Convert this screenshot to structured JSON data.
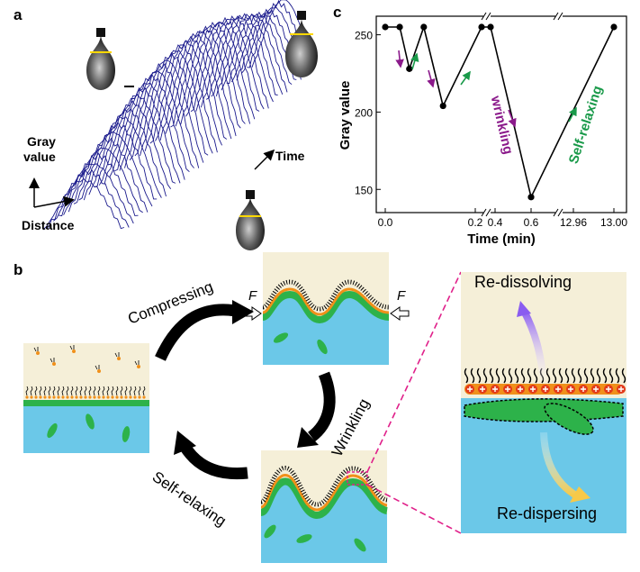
{
  "panels": {
    "a": {
      "letter": "a",
      "y_axis_label_1": "Gray",
      "y_axis_label_2": "value",
      "x_axis_label": "Distance",
      "time_label": "Time"
    },
    "b": {
      "letter": "b",
      "step_compress": "Compressing",
      "step_wrinkle": "Wrinkling",
      "step_relax": "Self-relaxing",
      "force_left": "F",
      "force_right": "F",
      "zoom_top": "Re-dissolving",
      "zoom_bottom": "Re-dispersing"
    },
    "c": {
      "letter": "c",
      "annot_wrinkling": "wrinkling",
      "annot_relaxing": "Self-relaxing"
    }
  },
  "chart_data": {
    "type": "line",
    "title": "",
    "xlabel": "Time (min)",
    "ylabel": "Gray value",
    "ylim": [
      135,
      262
    ],
    "y_ticks": [
      "150",
      "200",
      "250"
    ],
    "x_ticks": [
      "0.0",
      "0.2",
      "0.4",
      "0.6",
      "12.96",
      "13.00"
    ],
    "axis_breaks": "broken x-axis between 0.2 and 0.4 and between 0.6 and 12.96",
    "series": [
      {
        "x": [
          0.0,
          0.03,
          0.05,
          0.08,
          0.12,
          0.2,
          0.21,
          0.6,
          13.0
        ],
        "y": [
          255,
          255,
          228,
          255,
          204,
          255,
          255,
          145,
          255
        ]
      }
    ],
    "colors": {
      "line": "#000000",
      "wrinkling_arrow": "#8b1a8b",
      "relaxing_arrow": "#1a9a4a"
    }
  },
  "colors": {
    "waterfall": "#1a1a8c",
    "water": "#6bc8e8",
    "air": "#f5efd8",
    "membrane": "#2db24a",
    "headgroup": "#f0901a",
    "force_line": "#e0208a"
  }
}
